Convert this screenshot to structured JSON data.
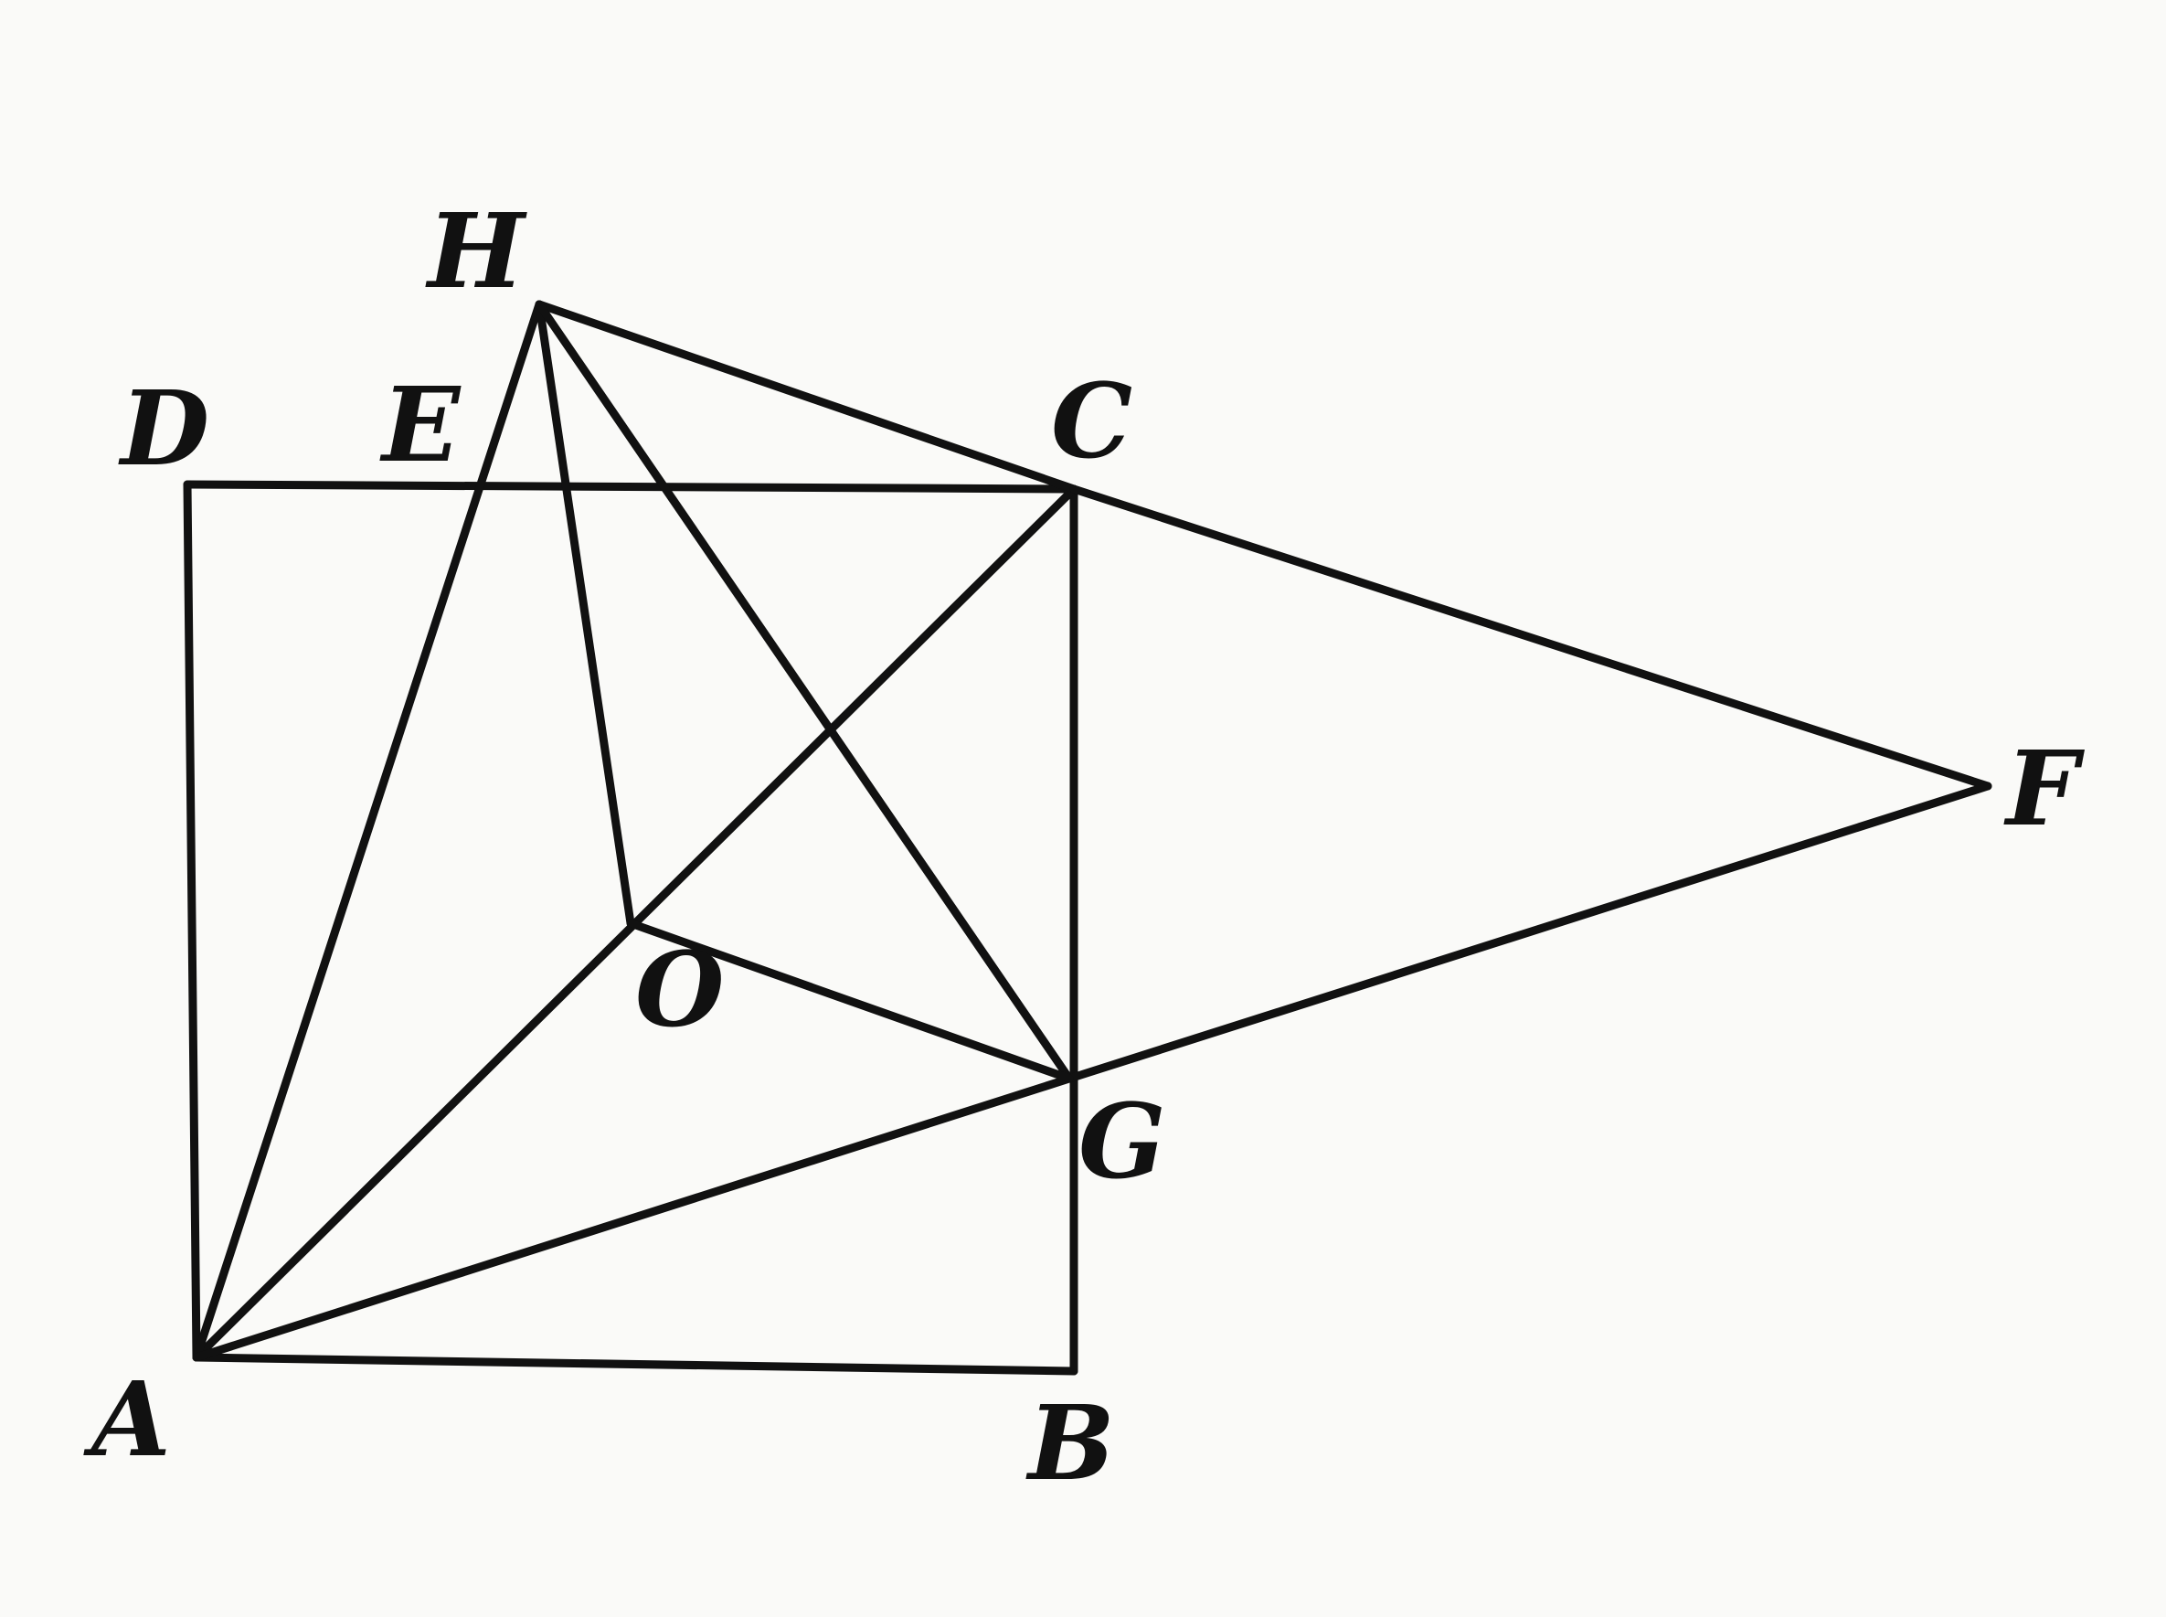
{
  "diagram": {
    "points": [
      {
        "id": "A",
        "label": "A"
      },
      {
        "id": "B",
        "label": "B"
      },
      {
        "id": "C",
        "label": "C"
      },
      {
        "id": "D",
        "label": "D"
      },
      {
        "id": "E",
        "label": "E"
      },
      {
        "id": "F",
        "label": "F"
      },
      {
        "id": "G",
        "label": "G"
      },
      {
        "id": "H",
        "label": "H"
      },
      {
        "id": "O",
        "label": "O"
      }
    ],
    "segments": [
      [
        "A",
        "B"
      ],
      [
        "B",
        "C"
      ],
      [
        "C",
        "D"
      ],
      [
        "D",
        "A"
      ],
      [
        "A",
        "C"
      ],
      [
        "A",
        "H"
      ],
      [
        "A",
        "G"
      ],
      [
        "H",
        "C"
      ],
      [
        "H",
        "O"
      ],
      [
        "H",
        "G"
      ],
      [
        "C",
        "F"
      ],
      [
        "G",
        "F"
      ],
      [
        "O",
        "G"
      ]
    ],
    "line_color": "#111111",
    "background": "#fafaf8"
  }
}
